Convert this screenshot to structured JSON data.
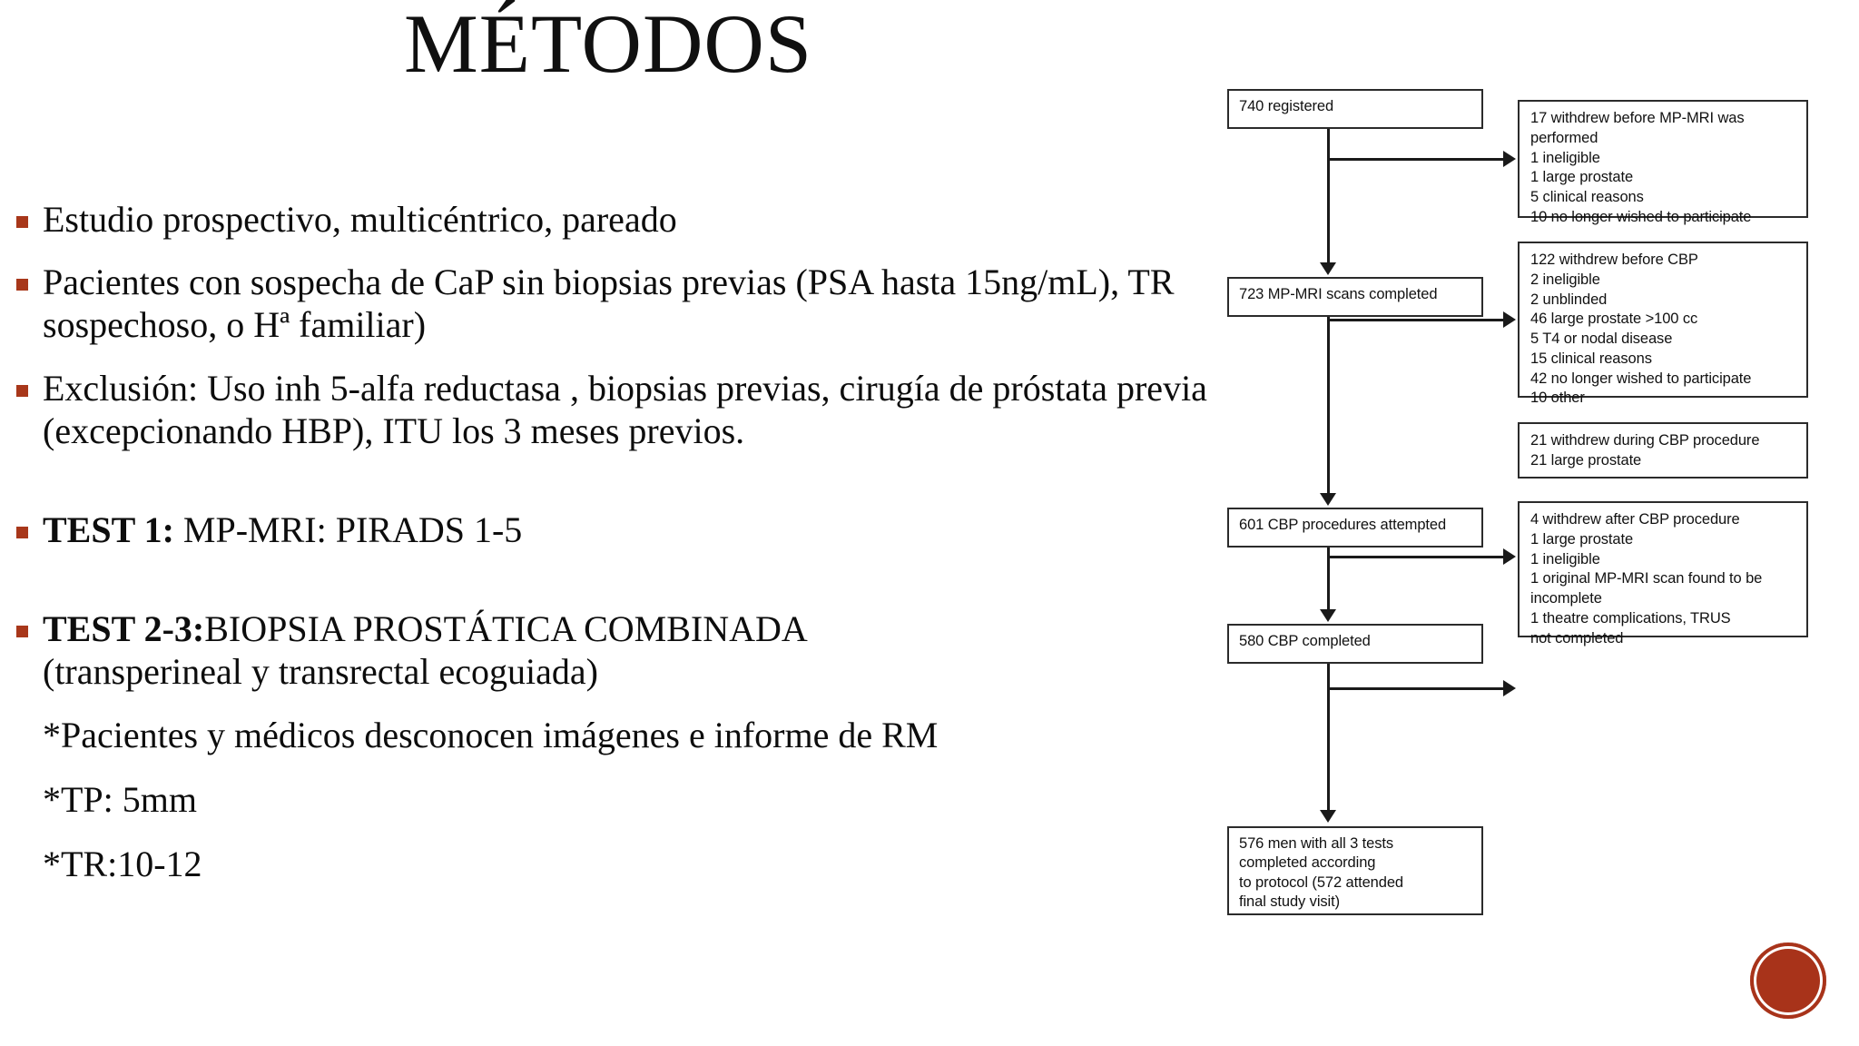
{
  "slide": {
    "title": "MÉTODOS",
    "accent_color": "#A8371A",
    "text_color": "#0d0d0d",
    "background": "#ffffff"
  },
  "bullets": [
    {
      "id": "study-design",
      "text": "Estudio prospectivo, multicéntrico, pareado"
    },
    {
      "id": "inclusion-criteria",
      "text": "Pacientes con sospecha de CaP sin biopsias previas (PSA hasta 15ng/mL), TR sospechoso, o Hª familiar)"
    },
    {
      "id": "exclusion-criteria",
      "text": "Exclusión: Uso inh 5-alfa reductasa , biopsias previas, cirugía de próstata previa (excepcionando HBP), ITU los 3 meses previos."
    }
  ],
  "tests": [
    {
      "id": "test-1",
      "label": "TEST 1:",
      "text": " MP-MRI: PIRADS 1-5"
    },
    {
      "id": "test-2-3",
      "label": "TEST 2-3:",
      "text": "BIOPSIA PROSTÁTICA COMBINADA",
      "subtext": "(transperineal y transrectal ecoguiada)"
    }
  ],
  "notes": [
    {
      "id": "note-blinding",
      "text": "*Pacientes y médicos desconocen imágenes e informe de RM"
    },
    {
      "id": "note-tp",
      "text": "*TP: 5mm"
    },
    {
      "id": "note-tr",
      "text": "*TR:10-12"
    }
  ],
  "flowchart": {
    "main_boxes": [
      {
        "id": "registered",
        "text": "740 registered"
      },
      {
        "id": "mri-completed",
        "text": "723 MP-MRI scans completed"
      },
      {
        "id": "cbp-attempted",
        "text": "601 CBP procedures attempted"
      },
      {
        "id": "cbp-completed",
        "text": "580 CBP completed"
      },
      {
        "id": "final-cohort",
        "text": "576 men with all 3 tests\n    completed according\n    to protocol (572 attended\n    final study visit)"
      }
    ],
    "side_boxes": [
      {
        "id": "withdrew-before-mri",
        "text": "17 withdrew before MP-MRI was\n      performed\n       1 ineligible\n       1 large prostate\n       5 clinical reasons\n    10 no longer wished to participate"
      },
      {
        "id": "withdrew-before-cbp",
        "text": "122 withdrew before CBP\n        2 ineligible\n        2 unblinded\n      46 large prostate >100 cc\n        5 T4 or nodal disease\n      15 clinical reasons\n      42 no longer wished to participate\n      10 other"
      },
      {
        "id": "withdrew-during-cbp",
        "text": "21 withdrew during CBP procedure\n     21 large prostate"
      },
      {
        "id": "withdrew-after-cbp",
        "text": "4 withdrew after CBP procedure\n   1 large prostate\n   1 ineligible\n   1 original MP-MRI scan found to be\n      incomplete\n   1 theatre complications, TRUS\n      not completed"
      }
    ]
  }
}
